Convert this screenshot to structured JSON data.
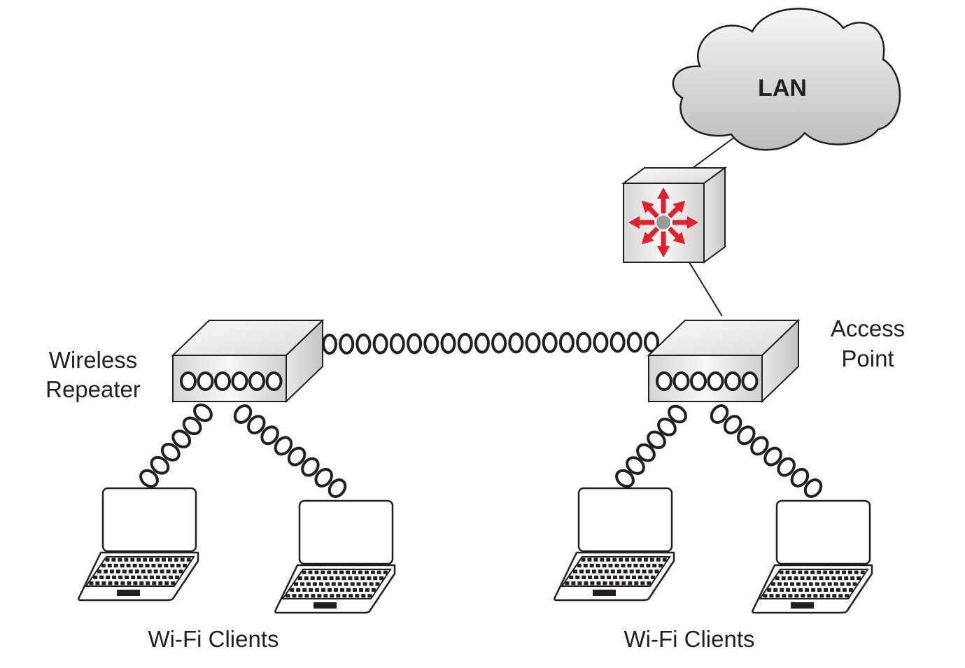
{
  "labels": {
    "lan": "LAN",
    "access_point": [
      "Access",
      "Point"
    ],
    "wireless_repeater": [
      "Wireless",
      "Repeater"
    ],
    "clients_left": "Wi-Fi Clients",
    "clients_right": "Wi-Fi Clients"
  },
  "colors": {
    "line": "#231f20",
    "switch_arrows": "#e0202a",
    "switch_hub": "#9a9a9a",
    "cloud_fill": "#d9d9d9",
    "device_fill": "#e4e4e4"
  },
  "icons": {
    "cloud": "cloud-icon",
    "switch": "multilayer-switch-icon",
    "device": "wireless-device-icon",
    "laptop": "laptop-icon",
    "wireless_link": "wireless-link-icon"
  }
}
